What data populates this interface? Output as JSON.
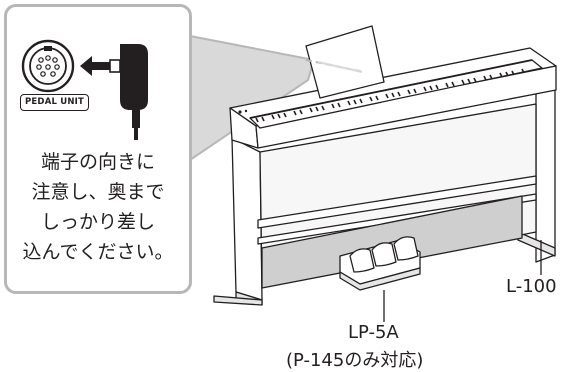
{
  "connector": {
    "port_label": "PEDAL UNIT"
  },
  "instruction": {
    "lines": [
      "端子の向きに",
      "注意し、奥まで",
      "しっかり差し",
      "込んでください。"
    ]
  },
  "stand": {
    "label": "L-100"
  },
  "pedal": {
    "label": "LP-5A",
    "note": "(P-145のみ対応)"
  }
}
